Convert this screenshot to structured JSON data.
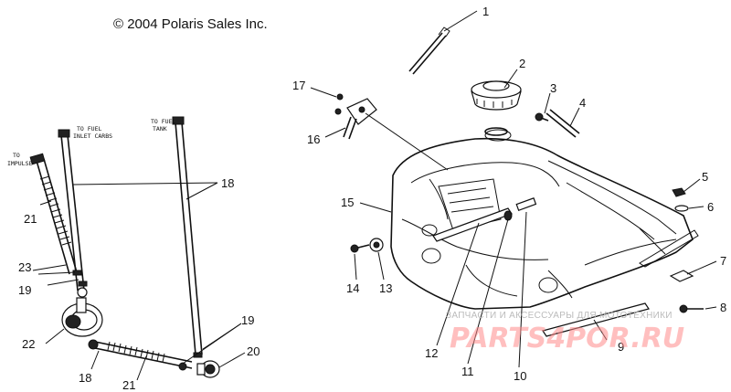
{
  "copyright": "© 2004 Polaris Sales Inc.",
  "hose_labels": {
    "to_fuel_inlet_carbs_1": "TO FUEL",
    "to_fuel_inlet_carbs_2": "INLET CARBS",
    "to_fuel_tank_1": "TO FUEL",
    "to_fuel_tank_2": "TANK",
    "to_impulse_1": "TO",
    "to_impulse_2": "IMPULSE"
  },
  "callouts": [
    "1",
    "2",
    "3",
    "4",
    "5",
    "6",
    "7",
    "8",
    "9",
    "10",
    "11",
    "12",
    "13",
    "14",
    "15",
    "16",
    "17",
    "18",
    "18",
    "19",
    "19",
    "20",
    "21",
    "21",
    "22",
    "23"
  ],
  "watermark": {
    "text_top": "ЗАПЧАСТИ И АКСЕССУАРЫ ДЛЯ МОТОТЕХНИКИ",
    "text_logo": "PARTS4POR.RU"
  }
}
